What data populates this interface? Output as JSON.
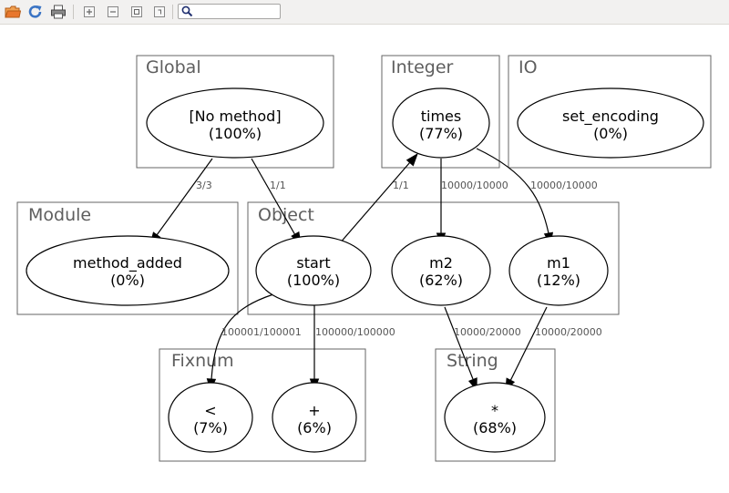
{
  "toolbar": {
    "buttons": [
      {
        "name": "open-icon",
        "color": "#e8772e"
      },
      {
        "name": "refresh-icon",
        "color": "#3b74c4"
      },
      {
        "name": "print-icon",
        "color": "#555555"
      },
      {
        "name": "zoom-in-icon",
        "color": "#888888"
      },
      {
        "name": "zoom-out-icon",
        "color": "#888888"
      },
      {
        "name": "zoom-fit-icon",
        "color": "#888888"
      },
      {
        "name": "zoom-100-icon",
        "color": "#888888"
      }
    ],
    "search": {
      "value": "",
      "placeholder": ""
    }
  },
  "graph": {
    "clusters": [
      {
        "id": "global",
        "label": "Global"
      },
      {
        "id": "integer",
        "label": "Integer"
      },
      {
        "id": "io",
        "label": "IO"
      },
      {
        "id": "module",
        "label": "Module"
      },
      {
        "id": "object",
        "label": "Object"
      },
      {
        "id": "fixnum",
        "label": "Fixnum"
      },
      {
        "id": "string",
        "label": "String"
      }
    ],
    "nodes": [
      {
        "id": "nomethod",
        "name": "[No method]",
        "pct": "(100%)"
      },
      {
        "id": "times",
        "name": "times",
        "pct": "(77%)"
      },
      {
        "id": "set_encoding",
        "name": "set_encoding",
        "pct": "(0%)"
      },
      {
        "id": "method_added",
        "name": "method_added",
        "pct": "(0%)"
      },
      {
        "id": "start",
        "name": "start",
        "pct": "(100%)"
      },
      {
        "id": "m2",
        "name": "m2",
        "pct": "(62%)"
      },
      {
        "id": "m1",
        "name": "m1",
        "pct": "(12%)"
      },
      {
        "id": "lt",
        "name": "<",
        "pct": "(7%)"
      },
      {
        "id": "plus",
        "name": "+",
        "pct": "(6%)"
      },
      {
        "id": "star",
        "name": "*",
        "pct": "(68%)"
      }
    ],
    "edges": [
      {
        "id": "nomethod-method_added",
        "from": "nomethod",
        "to": "method_added",
        "label": "3/3"
      },
      {
        "id": "nomethod-start",
        "from": "nomethod",
        "to": "start",
        "label": "1/1"
      },
      {
        "id": "start-times",
        "from": "start",
        "to": "times",
        "label": "1/1"
      },
      {
        "id": "times-m2",
        "from": "times",
        "to": "m2",
        "label": "10000/10000"
      },
      {
        "id": "times-m1",
        "from": "times",
        "to": "m1",
        "label": "10000/10000"
      },
      {
        "id": "start-lt",
        "from": "start",
        "to": "lt",
        "label": "100001/100001"
      },
      {
        "id": "start-plus",
        "from": "start",
        "to": "plus",
        "label": "100000/100000"
      },
      {
        "id": "m2-star",
        "from": "m2",
        "to": "star",
        "label": "10000/20000"
      },
      {
        "id": "m1-star",
        "from": "m1",
        "to": "star",
        "label": "10000/20000"
      }
    ]
  }
}
